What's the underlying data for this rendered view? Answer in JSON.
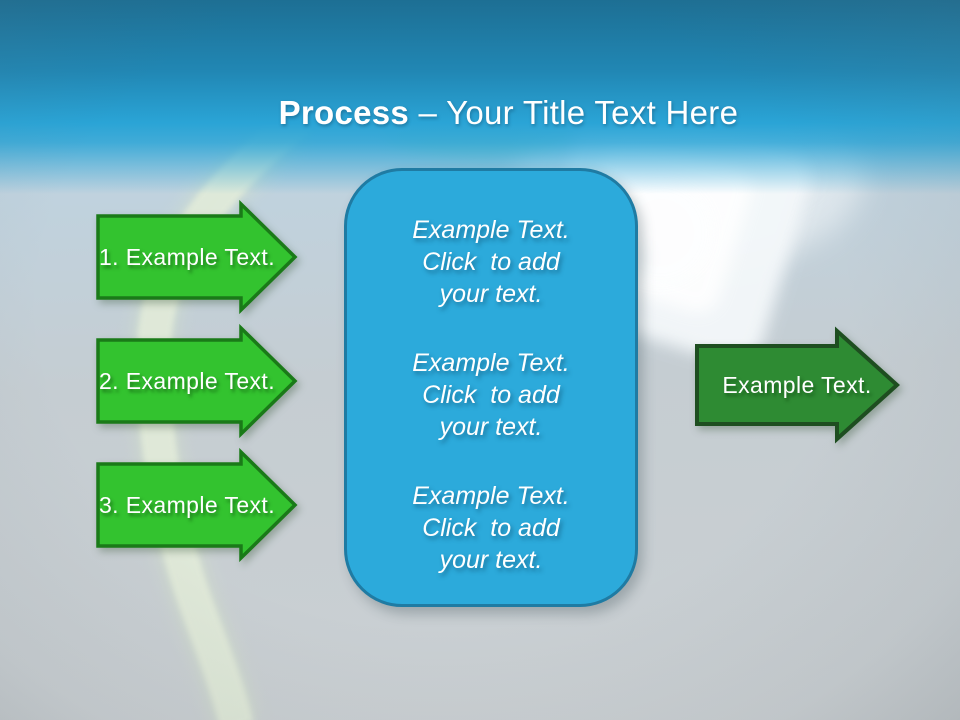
{
  "title": {
    "bold": "Process",
    "rest": " – Your Title Text Here"
  },
  "left_arrows": [
    {
      "label": "1. Example Text."
    },
    {
      "label": "2. Example Text."
    },
    {
      "label": "3. Example Text."
    }
  ],
  "center_box": {
    "paragraphs": [
      "Example Text.\nClick  to add\nyour text.",
      "Example Text.\nClick  to add\nyour text.",
      "Example Text.\nClick  to add\nyour text."
    ]
  },
  "right_arrow": {
    "label": "Example Text."
  },
  "colors": {
    "header-top": "#1d6f94",
    "header-mid": "#2aa4d6",
    "step-arrow-fill": "#33c32f",
    "step-arrow-border": "#1a7a18",
    "result-arrow-fill": "#2e8b33",
    "result-arrow-border": "#1e4e20",
    "panel-fill": "#2caadb",
    "panel-border": "#1f7ba3"
  }
}
